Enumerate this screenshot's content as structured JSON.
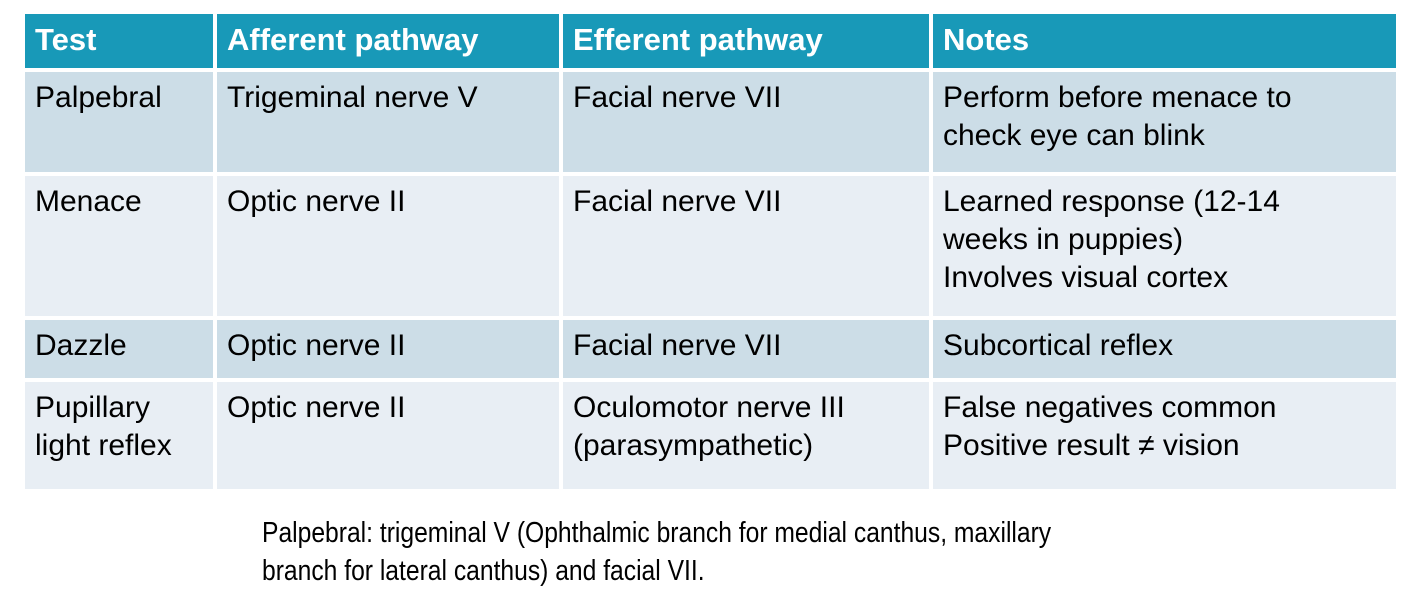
{
  "table": {
    "columns": [
      "Test",
      "Afferent pathway",
      "Efferent pathway",
      "Notes"
    ],
    "rows": [
      {
        "test": "Palpebral",
        "afferent": "Trigeminal nerve V",
        "efferent": "Facial nerve VII",
        "notes": "Perform before menace to\ncheck eye can blink"
      },
      {
        "test": "Menace",
        "afferent": "Optic nerve II",
        "efferent": "Facial nerve VII",
        "notes": "Learned response (12-14\nweeks in puppies)\nInvolves visual cortex"
      },
      {
        "test": "Dazzle",
        "afferent": "Optic nerve II",
        "efferent": "Facial nerve VII",
        "notes": "Subcortical reflex"
      },
      {
        "test": "Pupillary\nlight reflex",
        "afferent": "Optic nerve II",
        "efferent": "Oculomotor nerve III\n(parasympathetic)",
        "notes": "False negatives common\nPositive result ≠ vision"
      }
    ]
  },
  "footnote": {
    "text": "Palpebral: trigeminal V (Ophthalmic branch for medial canthus, maxillary\nbranch for lateral canthus) and facial VII."
  },
  "colors": {
    "header_bg": "#1899B8",
    "header_text": "#FFFFFF",
    "row_dark": "#CCDDE7",
    "row_light": "#E8EEF4",
    "divider": "#FFFFFF",
    "body_text": "#000000"
  }
}
